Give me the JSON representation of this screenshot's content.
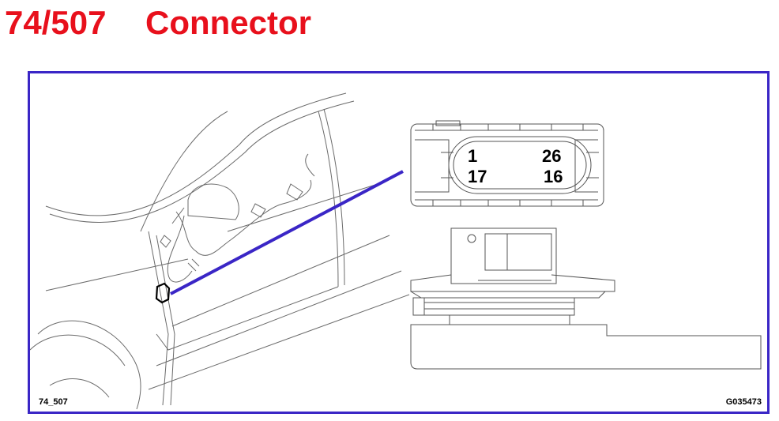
{
  "title": {
    "number": "74/507",
    "name": "Connector"
  },
  "frame": {
    "ref_left": "74_507",
    "ref_right": "G035473"
  },
  "connector": {
    "pins": {
      "top_left": "1",
      "top_right": "26",
      "bottom_left": "17",
      "bottom_right": "16"
    }
  },
  "colors": {
    "title": "#e8101c",
    "frame_border": "#3a26c6",
    "pointer_line": "#3a26c6",
    "drawing_lines": "#6b6b6b"
  }
}
